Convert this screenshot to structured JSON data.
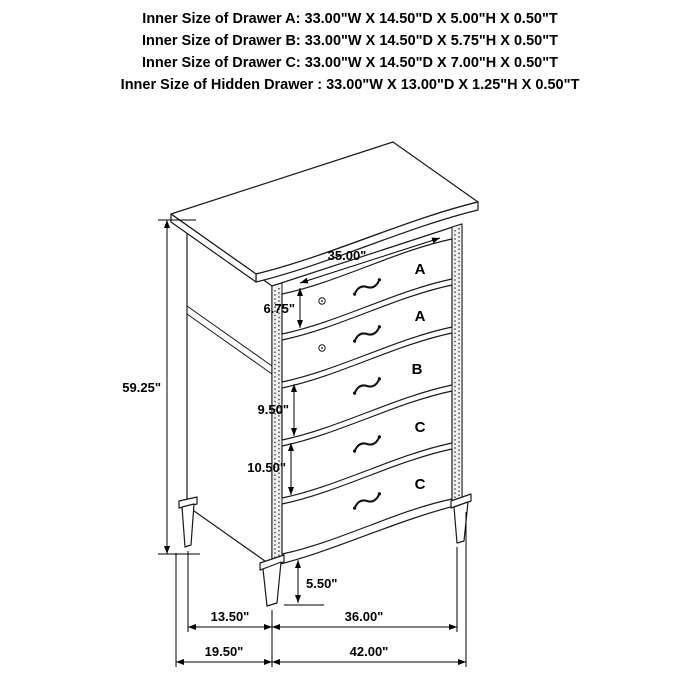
{
  "header": {
    "lines": [
      "Inner Size of Drawer A: 33.00\"W X 14.50\"D X 5.00\"H X 0.50\"T",
      "Inner Size of Drawer B: 33.00\"W X 14.50\"D X 5.75\"H X 0.50\"T",
      "Inner Size of Drawer C: 33.00\"W X 14.50\"D X 7.00\"H X 0.50\"T",
      "Inner Size of Hidden Drawer : 33.00\"W X 13.00\"D X 1.25\"H X 0.50\"T"
    ]
  },
  "diagram": {
    "drawer_labels": [
      "A",
      "A",
      "B",
      "C",
      "C"
    ],
    "dims": {
      "overall_height": "59.25\"",
      "drawer_width": "35.00\"",
      "drawer_a_front_height": "6.75\"",
      "drawer_b_front_height": "9.50\"",
      "drawer_c_front_height": "10.50\"",
      "leg_height": "5.50\"",
      "top_depth": "13.50\"",
      "top_width": "36.00\"",
      "overall_depth": "19.50\"",
      "overall_width": "42.00\""
    },
    "colors": {
      "line": "#000000",
      "label_red": "#cc0000"
    }
  }
}
